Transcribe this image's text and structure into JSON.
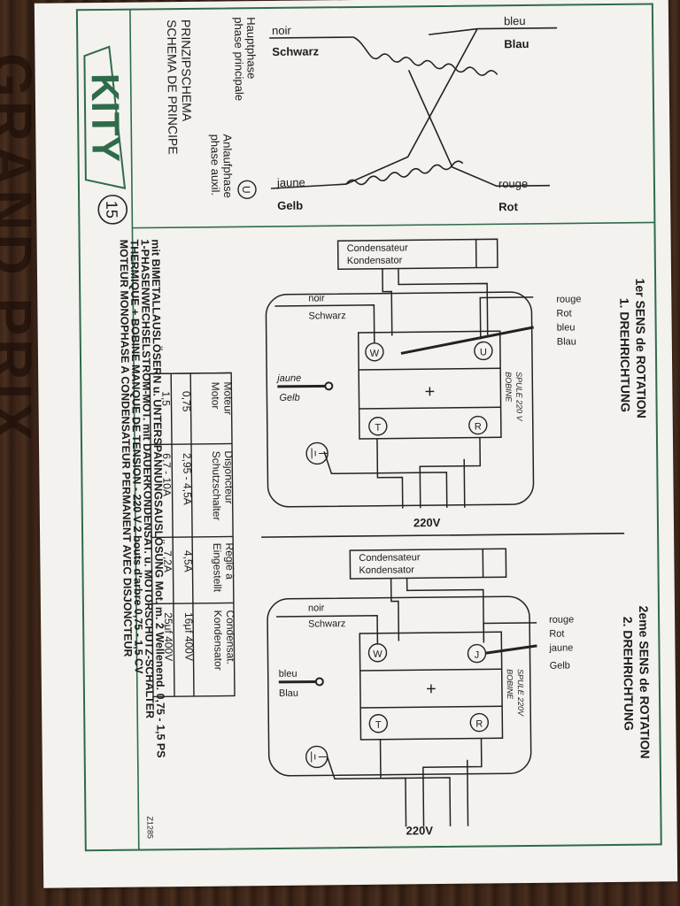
{
  "brand": "KITY",
  "sheet_number": "15",
  "schema_title_fr": "SCHEMA DE PRINCIPE",
  "schema_title_de": "PRINZIPSCHEMA",
  "phase_main_fr": "phase principale",
  "phase_main_de": "Hauptphase",
  "phase_aux_fr": "phase auxil.",
  "phase_aux_de": "Anlaufphase",
  "u_terminal": "U",
  "w_terminal": "W",
  "t_terminal": "T",
  "r_terminal": "R",
  "j_terminal": "J",
  "plus": "+",
  "noir": "noir",
  "schwarz": "Schwarz",
  "bleu": "bleu",
  "blau": "Blau",
  "jaune": "jaune",
  "gelb": "Gelb",
  "rouge": "rouge",
  "rot": "Rot",
  "condensateur": "Condensateur",
  "kondensator": "Kondensator",
  "spule": "SPULE 220 V",
  "bobine": "BOBINE",
  "spule2": "SPULE 220V",
  "voltage": "220V",
  "sens1_fr": "1er SENS de ROTATION",
  "sens1_de": "1. DREHRICHTUNG",
  "sens2_fr": "2eme SENS de ROTATION",
  "sens2_de": "2. DREHRICHTUNG",
  "table": {
    "headers": [
      [
        "Moteur",
        "Motor"
      ],
      [
        "Disjoncteur",
        "Schutzschalter"
      ],
      [
        "Réglé à",
        "Eingestellt"
      ],
      [
        "Condensat.",
        "Kondensator"
      ]
    ],
    "rows": [
      [
        "0,75",
        "2,95 - 4,5A",
        "4,5A",
        "16μf 400V"
      ],
      [
        "1,5",
        "6,7 - 10A",
        "7,2A",
        "25μf 400V"
      ]
    ]
  },
  "footer_line1": "MOTEUR MONOPHASE A CONDENSATEUR PERMANENT AVEC DISJONCTEUR",
  "footer_line2": "THERMIQUE + BOBINE MANQUE DE TENSION - 220 V 2 bouts d'arbre 0,75 - 1,5 CV",
  "footer_line3": "1-PHASENWECHSELSTROM-MOT. mit DAUERKONDENSAT. u. MOTORSCHUTZ-SCHALTER",
  "footer_line4": "mit BIMETALLAUSLÖSERN u. UNTERSPANNUNGSAUSLÖSUNG Mot. m. 2 Wellenend. 0,75 - 1,5 PS",
  "ref_code": "Z1285",
  "wood_text": "GRAND PRIX"
}
